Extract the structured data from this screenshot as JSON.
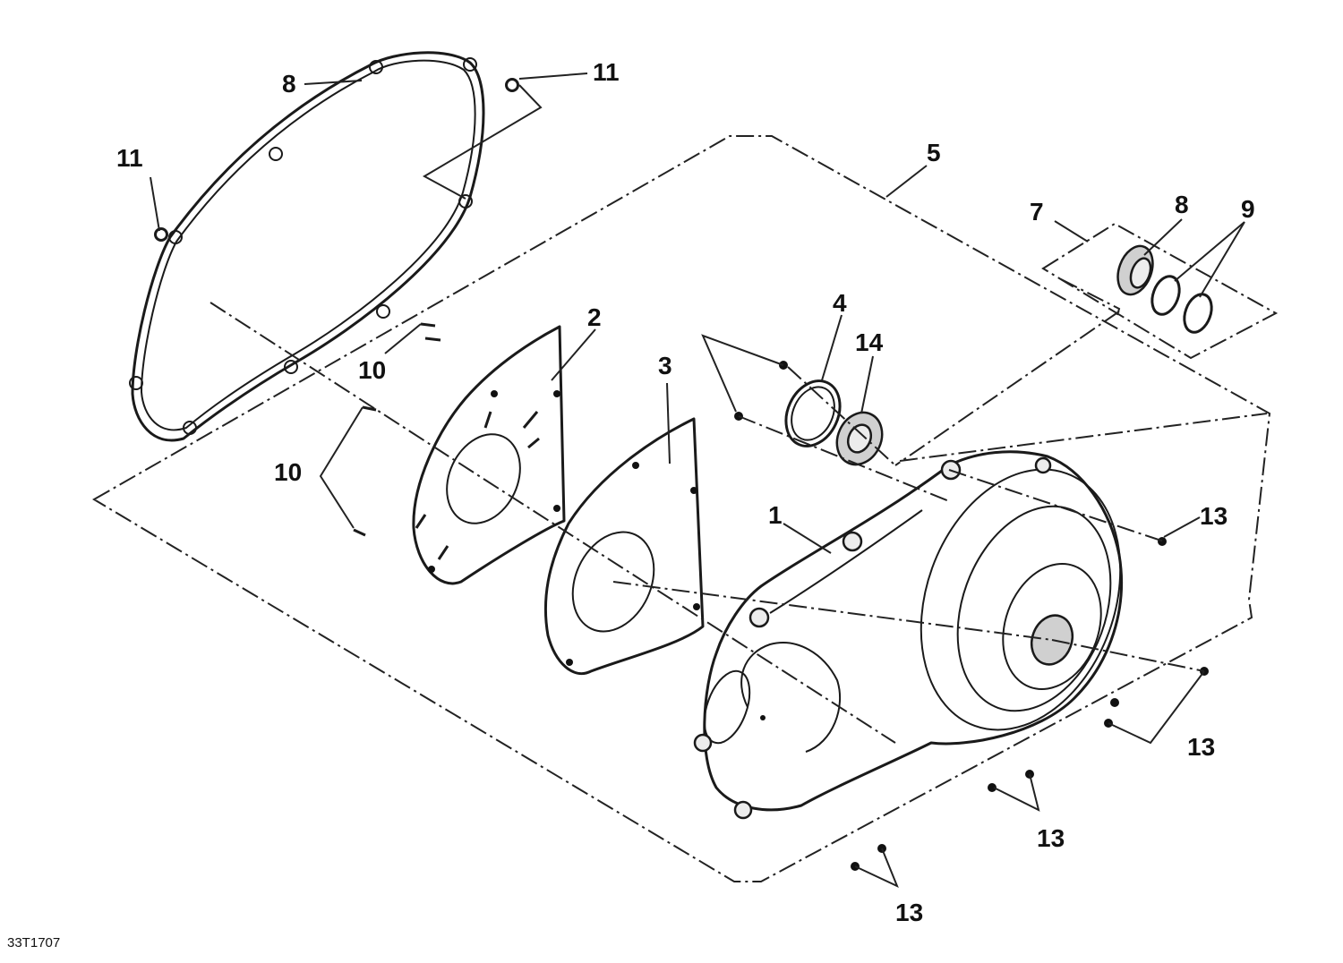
{
  "drawing_code": "33T1707",
  "callouts": {
    "c1": "1",
    "c2": "2",
    "c3": "3",
    "c4": "4",
    "c5": "5",
    "c7": "7",
    "c8a": "8",
    "c8b": "8",
    "c9": "9",
    "c10a": "10",
    "c10b": "10",
    "c11a": "11",
    "c11b": "11",
    "c13a": "13",
    "c13b": "13",
    "c13c": "13",
    "c13d": "13",
    "c14": "14"
  }
}
